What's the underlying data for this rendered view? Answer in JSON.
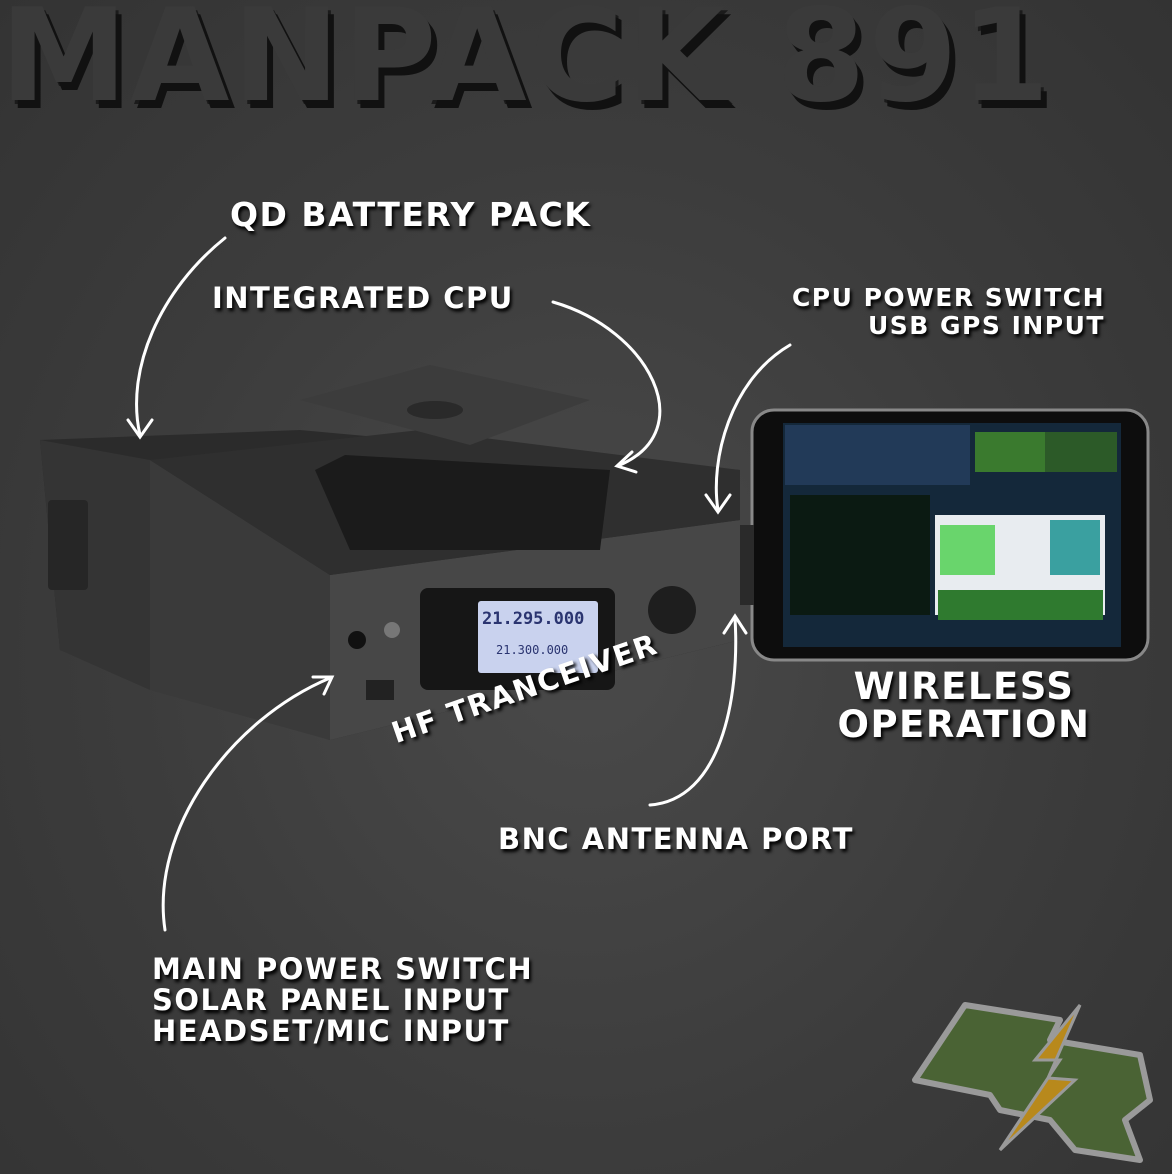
{
  "title": "MANPACK 891",
  "labels": {
    "battery": "QD BATTERY PACK",
    "cpu": "INTEGRATED CPU",
    "cpu_power": "CPU POWER SWITCH",
    "usb_gps": "USB GPS INPUT",
    "wireless_1": "WIRELESS",
    "wireless_2": "OPERATION",
    "hf": "HF TRANCEIVER",
    "bnc": "BNC ANTENNA PORT",
    "main_power": "MAIN POWER SWITCH",
    "solar": "SOLAR PANEL INPUT",
    "headset": "HEADSET/MIC INPUT"
  },
  "radio_display": {
    "frequency": "21.295.000",
    "sub_frequency": "21.300.000"
  },
  "colors": {
    "logo_green": "#4a6334",
    "logo_bolt": "#b8891c",
    "logo_outline": "#9a9a9a"
  }
}
